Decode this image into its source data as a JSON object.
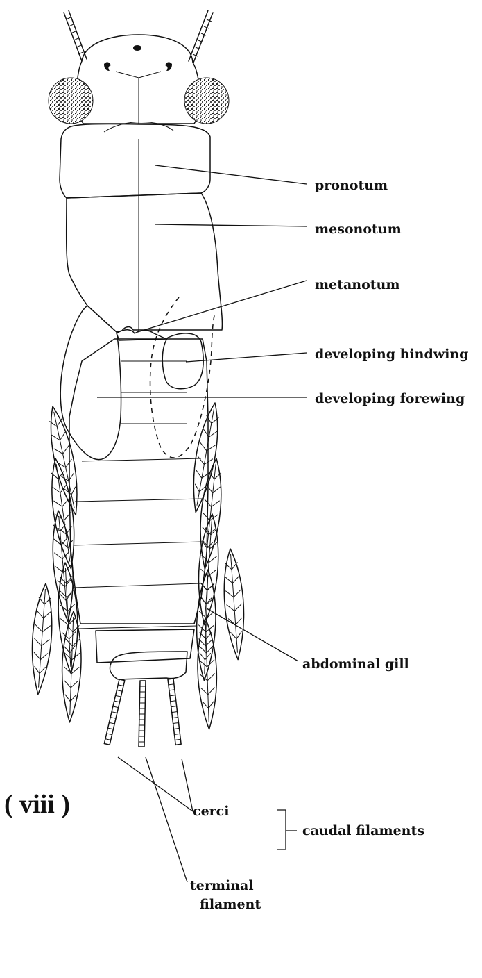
{
  "figure_number": "( viii )",
  "labels": {
    "pronotum": "pronotum",
    "mesonotum": "mesonotum",
    "metanotum": "metanotum",
    "developing_hindwing": "developing hindwing",
    "developing_forewing": "developing forewing",
    "abdominal_gill": "abdominal gill",
    "cerci": "cerci",
    "terminal_filament_line1": "terminal",
    "terminal_filament_line2": "filament",
    "caudal_filaments": "caudal filaments"
  },
  "colors": {
    "ink": "#111111",
    "background": "#ffffff"
  }
}
